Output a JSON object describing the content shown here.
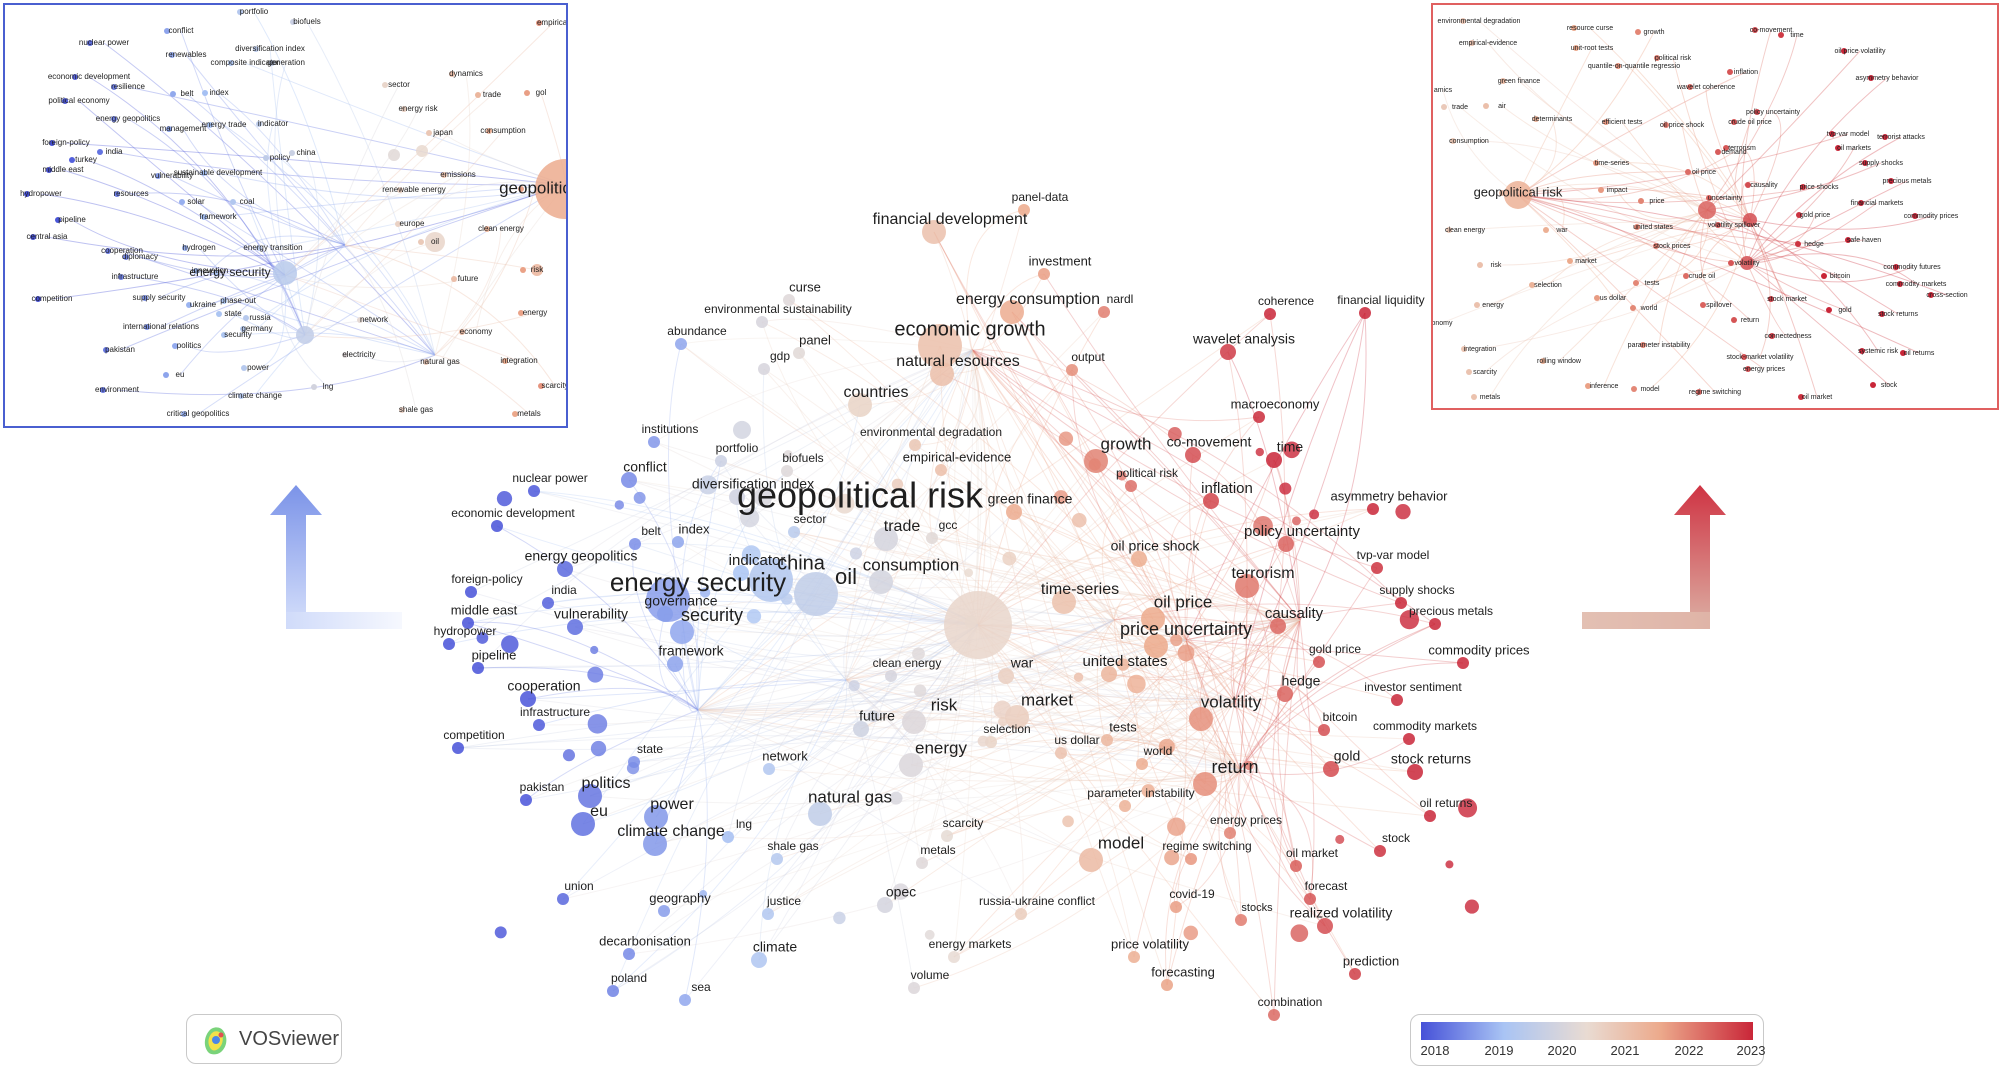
{
  "labels": [
    [
      "geopolitical risk",
      860,
      498,
      36
    ],
    [
      "energy security",
      698,
      584,
      26
    ],
    [
      "security",
      712,
      616,
      18
    ],
    [
      "oil",
      846,
      578,
      22
    ],
    [
      "china",
      801,
      564,
      20
    ],
    [
      "financial development",
      950,
      220,
      16
    ],
    [
      "panel-data",
      1040,
      198,
      12
    ],
    [
      "investment",
      1060,
      262,
      13
    ],
    [
      "energy consumption",
      1028,
      300,
      16
    ],
    [
      "nardl",
      1120,
      300,
      12
    ],
    [
      "economic growth",
      970,
      330,
      20
    ],
    [
      "natural resources",
      958,
      362,
      16
    ],
    [
      "curse",
      805,
      288,
      13
    ],
    [
      "environmental sustainability",
      778,
      310,
      12
    ],
    [
      "abundance",
      697,
      332,
      12
    ],
    [
      "panel",
      815,
      341,
      13
    ],
    [
      "gdp",
      780,
      357,
      12
    ],
    [
      "output",
      1088,
      358,
      12
    ],
    [
      "countries",
      876,
      393,
      16
    ],
    [
      "environmental degradation",
      931,
      433,
      12
    ],
    [
      "empirical-evidence",
      957,
      458,
      13
    ],
    [
      "growth",
      1126,
      445,
      17
    ],
    [
      "co-movement",
      1209,
      443,
      14
    ],
    [
      "time",
      1290,
      448,
      14
    ],
    [
      "political risk",
      1147,
      474,
      12
    ],
    [
      "inflation",
      1227,
      489,
      15
    ],
    [
      "green finance",
      1030,
      500,
      14
    ],
    [
      "trade",
      902,
      527,
      16
    ],
    [
      "gcc",
      948,
      526,
      12
    ],
    [
      "oil price shock",
      1155,
      547,
      14
    ],
    [
      "policy uncertainty",
      1302,
      532,
      15
    ],
    [
      "time-series",
      1080,
      590,
      16
    ],
    [
      "terrorism",
      1263,
      574,
      16
    ],
    [
      "oil price",
      1183,
      603,
      17
    ],
    [
      "price uncertainty",
      1186,
      630,
      18
    ],
    [
      "causality",
      1294,
      614,
      15
    ],
    [
      "consumption",
      911,
      566,
      17
    ],
    [
      "coherence",
      1286,
      302,
      12
    ],
    [
      "financial liquidity",
      1381,
      301,
      12
    ],
    [
      "wavelet analysis",
      1244,
      340,
      14
    ],
    [
      "macroeconomy",
      1275,
      405,
      13
    ],
    [
      "asymmetry behavior",
      1389,
      497,
      13
    ],
    [
      "tvp-var model",
      1393,
      556,
      12
    ],
    [
      "supply shocks",
      1417,
      591,
      12
    ],
    [
      "precious metals",
      1451,
      612,
      12
    ],
    [
      "commodity prices",
      1479,
      651,
      13
    ],
    [
      "gold price",
      1335,
      650,
      12
    ],
    [
      "united states",
      1125,
      662,
      15
    ],
    [
      "war",
      1022,
      664,
      14
    ],
    [
      "clean energy",
      907,
      664,
      12
    ],
    [
      "hedge",
      1301,
      682,
      14
    ],
    [
      "investor sentiment",
      1413,
      688,
      12
    ],
    [
      "volatility",
      1231,
      703,
      17
    ],
    [
      "bitcoin",
      1340,
      718,
      12
    ],
    [
      "commodity markets",
      1425,
      727,
      12
    ],
    [
      "market",
      1047,
      701,
      17
    ],
    [
      "tests",
      1123,
      728,
      13
    ],
    [
      "us dollar",
      1077,
      741,
      12
    ],
    [
      "world",
      1158,
      752,
      12
    ],
    [
      "gold",
      1347,
      757,
      14
    ],
    [
      "stock returns",
      1431,
      760,
      14
    ],
    [
      "return",
      1235,
      768,
      18
    ],
    [
      "selection",
      1007,
      730,
      12
    ],
    [
      "risk",
      944,
      706,
      17
    ],
    [
      "energy",
      941,
      749,
      17
    ],
    [
      "future",
      877,
      717,
      14
    ],
    [
      "parameter instability",
      1141,
      794,
      12
    ],
    [
      "oil returns",
      1446,
      804,
      12
    ],
    [
      "energy prices",
      1246,
      821,
      12
    ],
    [
      "model",
      1121,
      844,
      17
    ],
    [
      "regime switching",
      1207,
      847,
      12
    ],
    [
      "oil market",
      1312,
      854,
      12
    ],
    [
      "stock",
      1396,
      839,
      12
    ],
    [
      "forecast",
      1326,
      887,
      12
    ],
    [
      "realized volatility",
      1341,
      914,
      14
    ],
    [
      "covid-19",
      1192,
      895,
      12
    ],
    [
      "stocks",
      1257,
      908,
      11
    ],
    [
      "russia-ukraine conflict",
      1037,
      902,
      12
    ],
    [
      "opec",
      901,
      893,
      14
    ],
    [
      "price volatility",
      1150,
      945,
      13
    ],
    [
      "forecasting",
      1183,
      973,
      13
    ],
    [
      "prediction",
      1371,
      962,
      13
    ],
    [
      "combination",
      1290,
      1003,
      12
    ],
    [
      "energy markets",
      970,
      945,
      12
    ],
    [
      "volume",
      930,
      976,
      12
    ],
    [
      "climate",
      775,
      948,
      14
    ],
    [
      "justice",
      784,
      902,
      12
    ],
    [
      "geography",
      680,
      899,
      13
    ],
    [
      "decarbonisation",
      645,
      942,
      13
    ],
    [
      "poland",
      629,
      979,
      12
    ],
    [
      "sea",
      701,
      988,
      12
    ],
    [
      "union",
      579,
      887,
      12
    ],
    [
      "metals",
      938,
      851,
      12
    ],
    [
      "shale gas",
      793,
      847,
      12
    ],
    [
      "lng",
      744,
      825,
      12
    ],
    [
      "scarcity",
      963,
      824,
      12
    ],
    [
      "natural gas",
      850,
      798,
      17
    ],
    [
      "network",
      785,
      757,
      13
    ],
    [
      "climate change",
      671,
      832,
      16
    ],
    [
      "power",
      672,
      805,
      16
    ],
    [
      "eu",
      599,
      812,
      16
    ],
    [
      "politics",
      606,
      784,
      16
    ],
    [
      "state",
      650,
      750,
      12
    ],
    [
      "pakistan",
      542,
      788,
      12
    ],
    [
      "competition",
      474,
      736,
      12
    ],
    [
      "infrastructure",
      555,
      713,
      12
    ],
    [
      "cooperation",
      544,
      687,
      14
    ],
    [
      "pipeline",
      494,
      656,
      13
    ],
    [
      "hydropower",
      465,
      632,
      12
    ],
    [
      "middle east",
      484,
      611,
      13
    ],
    [
      "vulnerability",
      591,
      615,
      14
    ],
    [
      "foreign-policy",
      487,
      580,
      12
    ],
    [
      "india",
      564,
      591,
      12
    ],
    [
      "governance",
      681,
      602,
      14
    ],
    [
      "framework",
      691,
      652,
      14
    ],
    [
      "energy geopolitics",
      581,
      557,
      14
    ],
    [
      "indicator",
      757,
      561,
      15
    ],
    [
      "index",
      694,
      530,
      13
    ],
    [
      "belt",
      651,
      532,
      12
    ],
    [
      "sector",
      810,
      520,
      12
    ],
    [
      "economic development",
      513,
      514,
      12
    ],
    [
      "nuclear power",
      550,
      479,
      12
    ],
    [
      "conflict",
      645,
      468,
      14
    ],
    [
      "diversification index",
      753,
      485,
      14
    ],
    [
      "institutions",
      670,
      430,
      12
    ],
    [
      "portfolio",
      737,
      449,
      12
    ],
    [
      "biofuels",
      803,
      459,
      12
    ]
  ],
  "left_inset_labels": [
    [
      "conflict",
      176,
      26
    ],
    [
      "renewables",
      181,
      50
    ],
    [
      "nuclear power",
      99,
      38
    ],
    [
      "economic development",
      84,
      72
    ],
    [
      "resilience",
      123,
      82
    ],
    [
      "political economy",
      74,
      96
    ],
    [
      "index",
      214,
      88
    ],
    [
      "belt",
      182,
      89
    ],
    [
      "diversification index",
      265,
      44
    ],
    [
      "composite indicator",
      240,
      58
    ],
    [
      "generation",
      281,
      58
    ],
    [
      "portfolio",
      249,
      7
    ],
    [
      "biofuels",
      302,
      17
    ],
    [
      "energy geopolitics",
      123,
      114
    ],
    [
      "india",
      109,
      147
    ],
    [
      "turkey",
      81,
      155
    ],
    [
      "management",
      178,
      124
    ],
    [
      "energy trade",
      219,
      120
    ],
    [
      "indicator",
      268,
      119
    ],
    [
      "foreign-policy",
      61,
      138
    ],
    [
      "middle east",
      58,
      165
    ],
    [
      "vulnerability",
      167,
      171
    ],
    [
      "policy",
      275,
      153
    ],
    [
      "china",
      301,
      148
    ],
    [
      "sustainable development",
      213,
      168
    ],
    [
      "hydropower",
      36,
      189
    ],
    [
      "resources",
      126,
      189
    ],
    [
      "solar",
      191,
      197
    ],
    [
      "coal",
      242,
      197
    ],
    [
      "framework",
      213,
      212
    ],
    [
      "pipeline",
      67,
      215
    ],
    [
      "central asia",
      42,
      232
    ],
    [
      "cooperation",
      117,
      246
    ],
    [
      "hydrogen",
      194,
      243
    ],
    [
      "energy transition",
      268,
      243
    ],
    [
      "diplomacy",
      135,
      252
    ],
    [
      "innovation",
      205,
      266
    ],
    [
      "energy security",
      225,
      268
    ],
    [
      "infrastructure",
      130,
      272
    ],
    [
      "competition",
      47,
      294
    ],
    [
      "supply security",
      154,
      293
    ],
    [
      "ukraine",
      198,
      300
    ],
    [
      "phase-out",
      233,
      296
    ],
    [
      "state",
      228,
      309
    ],
    [
      "russia",
      255,
      313
    ],
    [
      "international relations",
      156,
      322
    ],
    [
      "germany",
      252,
      324
    ],
    [
      "security",
      233,
      330
    ],
    [
      "politics",
      184,
      341
    ],
    [
      "pakistan",
      115,
      345
    ],
    [
      "power",
      253,
      363
    ],
    [
      "eu",
      175,
      370
    ],
    [
      "environment",
      112,
      385
    ],
    [
      "climate change",
      250,
      391
    ],
    [
      "critical geopolitics",
      193,
      409
    ],
    [
      "lng",
      323,
      382
    ],
    [
      "shale gas",
      411,
      405
    ],
    [
      "electricity",
      354,
      350
    ],
    [
      "network",
      369,
      315
    ],
    [
      "economy",
      471,
      327
    ],
    [
      "integration",
      514,
      356
    ],
    [
      "scarcity",
      550,
      381
    ],
    [
      "metals",
      524,
      409
    ],
    [
      "energy",
      530,
      308
    ],
    [
      "natural gas",
      435,
      357
    ],
    [
      "future",
      463,
      274
    ],
    [
      "risk",
      532,
      265
    ],
    [
      "clean energy",
      496,
      224
    ],
    [
      "oil",
      430,
      237
    ],
    [
      "europe",
      407,
      219
    ],
    [
      "renewable energy",
      409,
      185
    ],
    [
      "emissions",
      453,
      170
    ],
    [
      "geopolitic",
      530,
      184
    ],
    [
      "consumption",
      498,
      126
    ],
    [
      "japan",
      438,
      128
    ],
    [
      "energy risk",
      413,
      104
    ],
    [
      "trade",
      487,
      90
    ],
    [
      "dynamics",
      461,
      69
    ],
    [
      "sector",
      394,
      80
    ],
    [
      "gol",
      536,
      88
    ],
    [
      "empirical",
      548,
      18
    ]
  ],
  "right_inset_labels": [
    [
      "environmental degradation",
      1477,
      16
    ],
    [
      "resource curse",
      1588,
      23
    ],
    [
      "growth",
      1652,
      27
    ],
    [
      "co-movement",
      1769,
      25
    ],
    [
      "time",
      1795,
      30
    ],
    [
      "empirical-evidence",
      1486,
      38
    ],
    [
      "unit-root tests",
      1590,
      43
    ],
    [
      "political risk",
      1671,
      53
    ],
    [
      "oil price volatility",
      1858,
      46
    ],
    [
      "quantile-on-quantile regressio",
      1632,
      61
    ],
    [
      "inflation",
      1744,
      67
    ],
    [
      "asymmetry behavior",
      1885,
      73
    ],
    [
      "green finance",
      1517,
      76
    ],
    [
      "wavelet coherence",
      1704,
      82
    ],
    [
      "amics",
      1441,
      85
    ],
    [
      "trade",
      1458,
      102
    ],
    [
      "air",
      1500,
      101
    ],
    [
      "policy uncertainty",
      1771,
      107
    ],
    [
      "determinants",
      1550,
      114
    ],
    [
      "efficient tests",
      1620,
      117
    ],
    [
      "oil price shock",
      1680,
      120
    ],
    [
      "crude oil price",
      1748,
      117
    ],
    [
      "tvp-var model",
      1846,
      129
    ],
    [
      "terrorist attacks",
      1899,
      132
    ],
    [
      "consumption",
      1467,
      136
    ],
    [
      "terrorism",
      1740,
      143
    ],
    [
      "demand",
      1732,
      147
    ],
    [
      "oil markets",
      1852,
      143
    ],
    [
      "supply shocks",
      1879,
      158
    ],
    [
      "time-series",
      1610,
      158
    ],
    [
      "oil price",
      1702,
      167
    ],
    [
      "precious metals",
      1905,
      176
    ],
    [
      "impact",
      1615,
      185
    ],
    [
      "causality",
      1762,
      180
    ],
    [
      "price shocks",
      1817,
      182
    ],
    [
      "financial markets",
      1875,
      198
    ],
    [
      "geopolitical risk",
      1516,
      188
    ],
    [
      "price",
      1655,
      196
    ],
    [
      "uncertainty",
      1723,
      193
    ],
    [
      "gold price",
      1813,
      210
    ],
    [
      "commodity prices",
      1929,
      211
    ],
    [
      "clean energy",
      1463,
      225
    ],
    [
      "war",
      1560,
      225
    ],
    [
      "united states",
      1651,
      222
    ],
    [
      "volatility spillover",
      1732,
      220
    ],
    [
      "stock prices",
      1670,
      241
    ],
    [
      "hedge",
      1812,
      239
    ],
    [
      "safe haven",
      1862,
      235
    ],
    [
      "risk",
      1494,
      260
    ],
    [
      "market",
      1584,
      256
    ],
    [
      "volatility",
      1745,
      258
    ],
    [
      "commodity futures",
      1910,
      262
    ],
    [
      "tests",
      1650,
      278
    ],
    [
      "crude oil",
      1700,
      271
    ],
    [
      "bitcoin",
      1838,
      271
    ],
    [
      "commodity markets",
      1914,
      279
    ],
    [
      "energy",
      1491,
      300
    ],
    [
      "selection",
      1546,
      280
    ],
    [
      "us dollar",
      1611,
      293
    ],
    [
      "world",
      1647,
      303
    ],
    [
      "spillover",
      1717,
      300
    ],
    [
      "stock market",
      1785,
      294
    ],
    [
      "cross-section",
      1945,
      290
    ],
    [
      "gold",
      1843,
      305
    ],
    [
      "stock returns",
      1896,
      309
    ],
    [
      "onomy",
      1440,
      318
    ],
    [
      "return",
      1748,
      315
    ],
    [
      "connectedness",
      1786,
      331
    ],
    [
      "parameter instability",
      1657,
      340
    ],
    [
      "systemic risk",
      1876,
      346
    ],
    [
      "oil returns",
      1917,
      348
    ],
    [
      "integration",
      1478,
      344
    ],
    [
      "rolling window",
      1557,
      356
    ],
    [
      "stock-market volatility",
      1758,
      352
    ],
    [
      "energy prices",
      1762,
      364
    ],
    [
      "scarcity",
      1483,
      367
    ],
    [
      "inference",
      1602,
      381
    ],
    [
      "model",
      1648,
      384
    ],
    [
      "regime switching",
      1713,
      387
    ],
    [
      "stock",
      1887,
      380
    ],
    [
      "metals",
      1488,
      392
    ],
    [
      "oil market",
      1815,
      392
    ]
  ],
  "legend": {
    "years": [
      "2018",
      "2019",
      "2020",
      "2021",
      "2022",
      "2023"
    ]
  },
  "logo": {
    "text": "VOSviewer"
  }
}
